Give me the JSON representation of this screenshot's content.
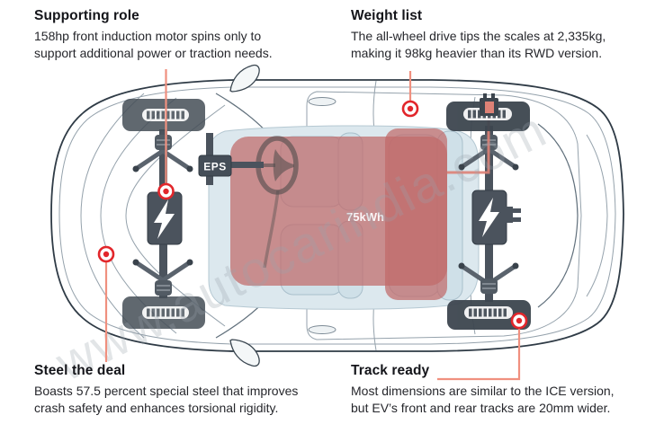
{
  "callouts": {
    "supporting_role": {
      "title": "Supporting role",
      "body": [
        "158hp front induction motor spins only to",
        "support additional power or traction needs."
      ]
    },
    "weight_list": {
      "title": "Weight list",
      "body": [
        "The all-wheel drive tips the scales at 2,335kg,",
        "making it 98kg heavier than its RWD version."
      ]
    },
    "steel_the_deal": {
      "title": "Steel the deal",
      "body": [
        "Boasts 57.5 percent special steel that improves",
        "crash safety and enhances torsional rigidity."
      ]
    },
    "track_ready": {
      "title": "Track ready",
      "body": [
        "Most dimensions are similar to the ICE version,",
        "but EV’s front and rear tracks are 20mm wider."
      ]
    }
  },
  "diagram": {
    "eps_label": "EPS",
    "battery_label": "75kWh",
    "watermark": "www.autocarindia.com"
  },
  "colors": {
    "accent_red": "#e2262b",
    "callout_line_red": "#f0907f",
    "battery_pink": "#c06a6a",
    "cabin_blue": "#dce8ee",
    "seat_blue": "#cfe0e8",
    "metal_gray": "#4b535d",
    "tire_gray": "#454e57",
    "body_outline": "#2f3b46",
    "cable_salmon": "#dd8176"
  }
}
